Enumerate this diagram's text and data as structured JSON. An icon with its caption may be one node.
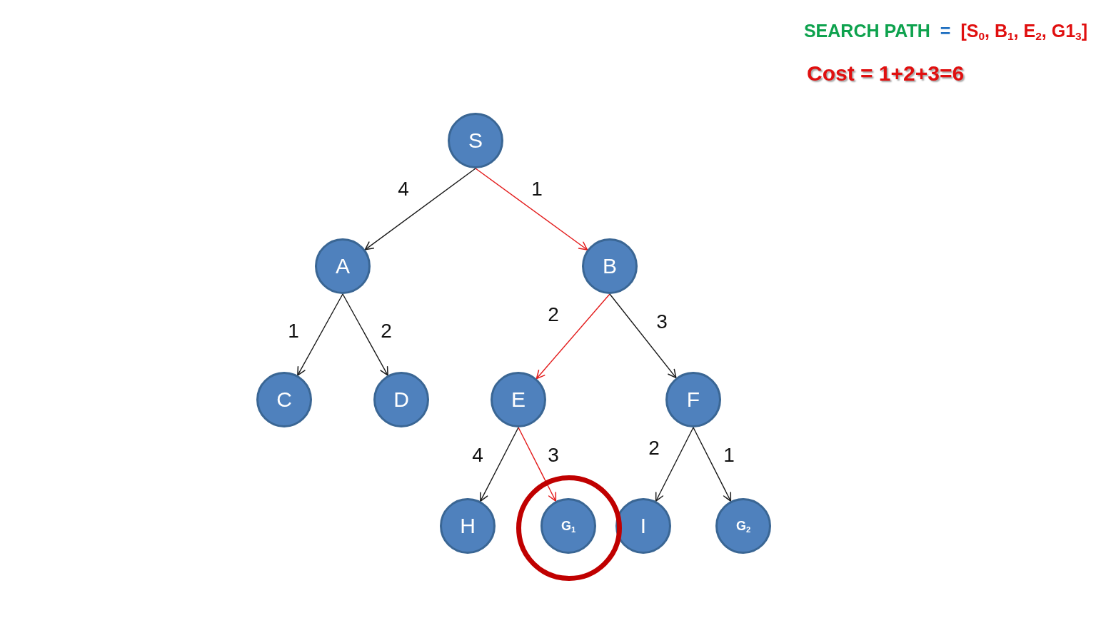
{
  "diagram": {
    "nodes": [
      {
        "text": [
          "S"
        ]
      },
      {
        "text": [
          "A"
        ]
      },
      {
        "text": [
          "B"
        ]
      },
      {
        "text": [
          "C"
        ]
      },
      {
        "text": [
          "D"
        ]
      },
      {
        "text": [
          "E"
        ]
      },
      {
        "text": [
          "F"
        ]
      },
      {
        "text": [
          "H"
        ]
      },
      {
        "text": [],
        "shape": "circle"
      },
      {
        "text": [
          "G$_{1}$"
        ],
        "in": 8
      },
      {
        "text": [
          "I"
        ]
      },
      {
        "text": [
          "G$_{2}$"
        ]
      }
    ],
    "edges": [
      {
        "from": 0,
        "to": 1,
        "arrow": "to",
        "label": "4"
      },
      {
        "from": 0,
        "to": 2,
        "arrow": "to",
        "label": "1",
        "color": "#e31b1b"
      },
      {
        "from": 1,
        "to": 3,
        "arrow": "to",
        "label": "1"
      },
      {
        "from": 1,
        "to": 4,
        "arrow": "to",
        "label": "2"
      },
      {
        "from": 2,
        "to": 5,
        "arrow": "to",
        "label": "2",
        "color": "#e31b1b"
      },
      {
        "from": 2,
        "to": 6,
        "arrow": "to",
        "label": "3"
      },
      {
        "from": 5,
        "to": 7,
        "arrow": "to",
        "label": "4"
      },
      {
        "from": 5,
        "to": 9,
        "arrow": "to",
        "label": "3",
        "color": "#e31b1b"
      },
      {
        "from": 6,
        "to": 10,
        "arrow": "to",
        "label": "2"
      },
      {
        "from": 6,
        "to": 11,
        "arrow": "to",
        "label": "1"
      }
    ],
    "labels": [
      "SEARCH PATH",
      "=",
      "[S$_{0}$, B$_{1}$, E$_{2}$, G1$_{3}$]",
      "Cost = 1+2+3=6"
    ]
  }
}
